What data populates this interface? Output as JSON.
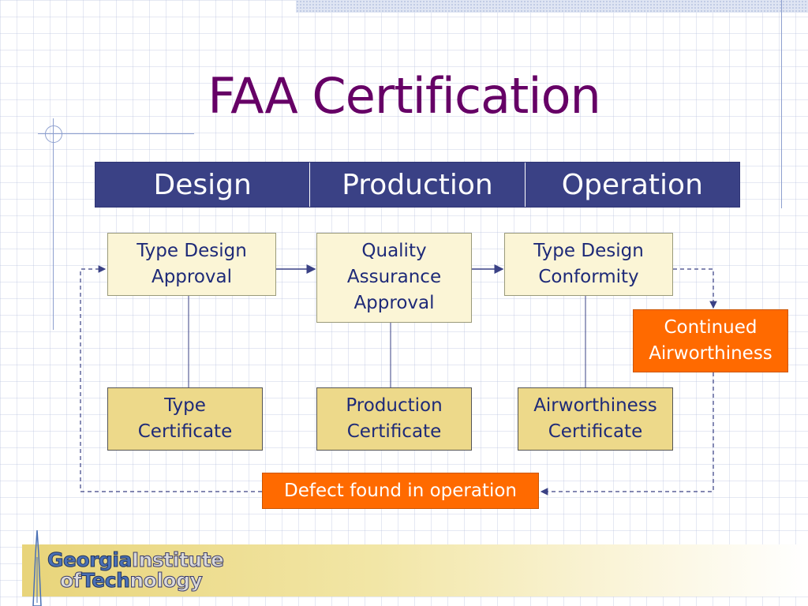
{
  "slide": {
    "title": "FAA Certification"
  },
  "header": {
    "columns": [
      "Design",
      "Production",
      "Operation"
    ]
  },
  "steps": {
    "type_design_approval": "Type Design\nApproval",
    "quality_assurance_approval": "Quality\nAssurance\nApproval",
    "type_design_conformity": "Type Design\nConformity",
    "continued_airworthiness": "Continued\nAirworthiness"
  },
  "certificates": {
    "type_certificate": "Type\nCertificate",
    "production_certificate": "Production\nCertificate",
    "airworthiness_certificate": "Airworthiness\nCertificate"
  },
  "feedback": {
    "defect": "Defect found in operation"
  },
  "logo": {
    "georgia": "Georgia",
    "institute": "Institute",
    "of": "of",
    "tech": "Tech",
    "nology": "nology"
  },
  "colors": {
    "title": "#660066",
    "header_bg": "#3a4185",
    "step_bg": "#fbf5d6",
    "cert_bg": "#edd98a",
    "orange": "#ff6a00",
    "connector": "#3a4185"
  }
}
